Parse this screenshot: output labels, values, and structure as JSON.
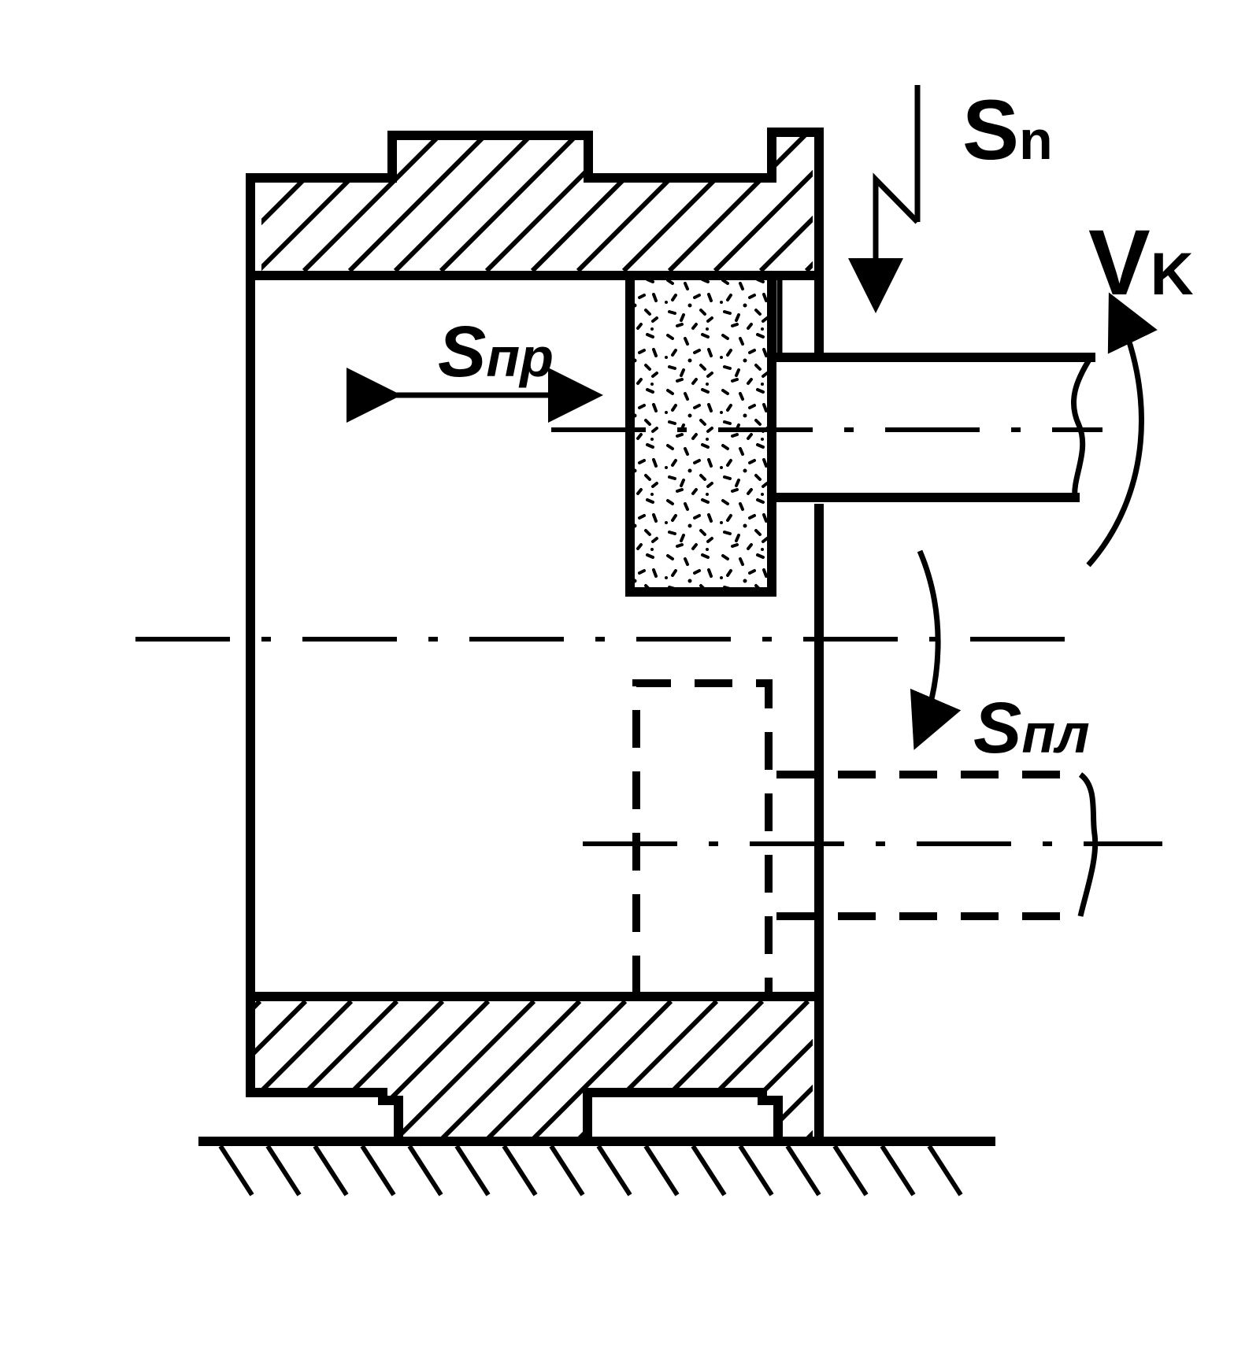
{
  "diagram": {
    "labels": {
      "s_n": {
        "main": "S",
        "sub": "n"
      },
      "v_k": {
        "main": "V",
        "sub": "K"
      },
      "s_pr": {
        "main": "S",
        "sub": "пр"
      },
      "s_pl": {
        "main": "S",
        "sub": "пл"
      }
    }
  }
}
